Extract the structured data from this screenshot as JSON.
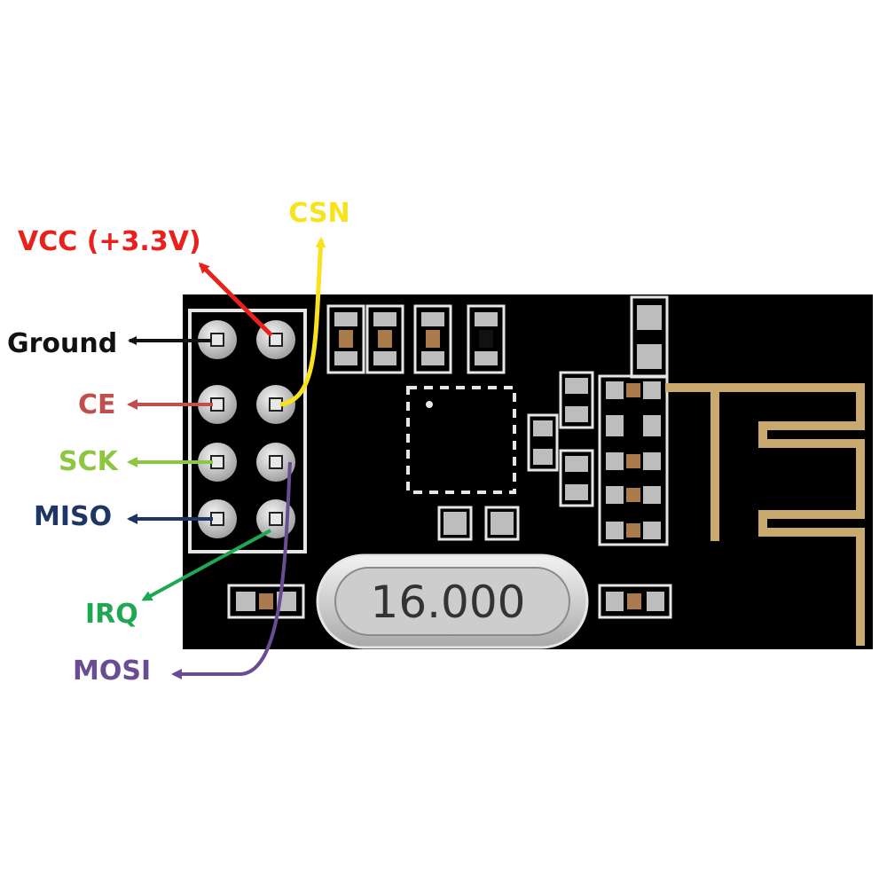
{
  "labels": {
    "vcc": {
      "text": "VCC (+3.3V)",
      "color": "#e8211d"
    },
    "csn": {
      "text": "CSN",
      "color": "#f7e21b"
    },
    "ground": {
      "text": "Ground",
      "color": "#111111"
    },
    "ce": {
      "text": "CE",
      "color": "#c0504d"
    },
    "sck": {
      "text": "SCK",
      "color": "#8dc63f"
    },
    "miso": {
      "text": "MISO",
      "color": "#1f3566"
    },
    "irq": {
      "text": "IRQ",
      "color": "#1fa851"
    },
    "mosi": {
      "text": "MOSI",
      "color": "#6a4c93"
    }
  },
  "crystal": {
    "text": "16.000"
  },
  "colors": {
    "board": "#000000",
    "silkscreen": "#e6e6e6",
    "antenna": "#c9a96e",
    "pad": "#bdbdbd",
    "resistor": "#a97a4b"
  }
}
